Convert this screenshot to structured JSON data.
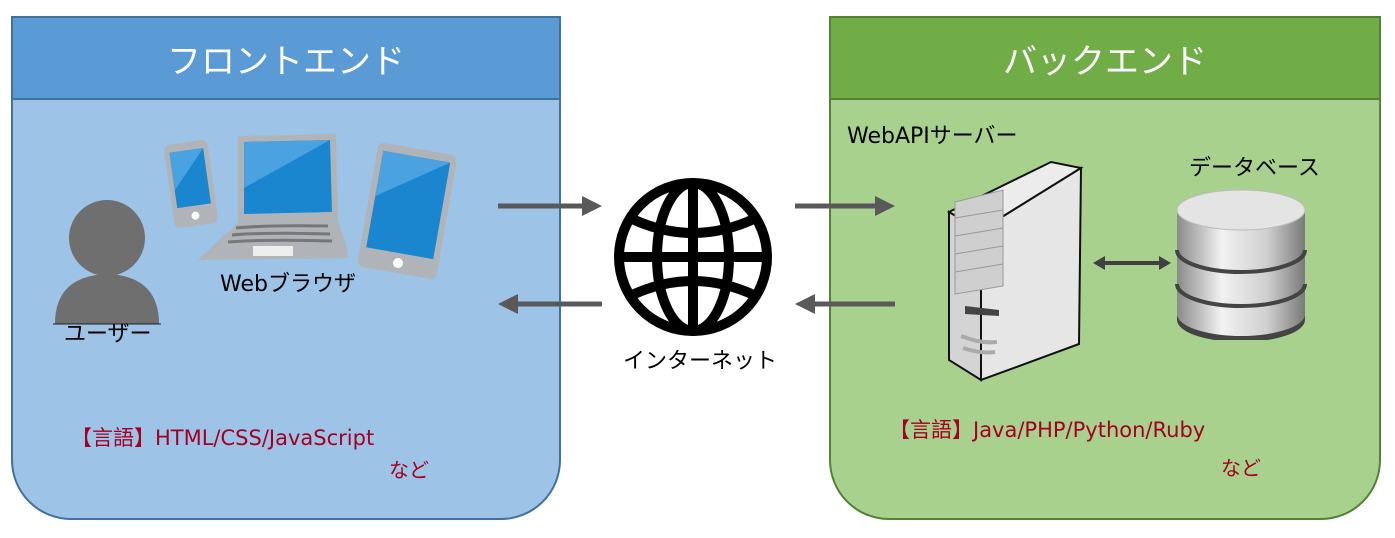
{
  "frontend": {
    "title": "フロントエンド",
    "user_label": "ユーザー",
    "browser_label": "Webブラウザ",
    "language_text": "【言語】HTML/CSS/JavaScript",
    "etc_text": "など",
    "icons": [
      "user-icon",
      "smartphone-icon",
      "laptop-icon",
      "tablet-icon"
    ],
    "colors": {
      "header": "#5b9bd5",
      "body": "#9dc3e6",
      "border": "#41719c"
    }
  },
  "internet": {
    "label": "インターネット",
    "icon": "globe-icon"
  },
  "backend": {
    "title": "バックエンド",
    "server_label": "WebAPIサーバー",
    "database_label": "データベース",
    "language_text": "【言語】Java/PHP/Python/Ruby",
    "etc_text": "など",
    "icons": [
      "server-icon",
      "database-icon"
    ],
    "colors": {
      "header": "#70ad47",
      "body": "#a9d18e",
      "border": "#538135"
    }
  },
  "colors": {
    "arrow": "#595959",
    "language_text": "#a50021"
  }
}
